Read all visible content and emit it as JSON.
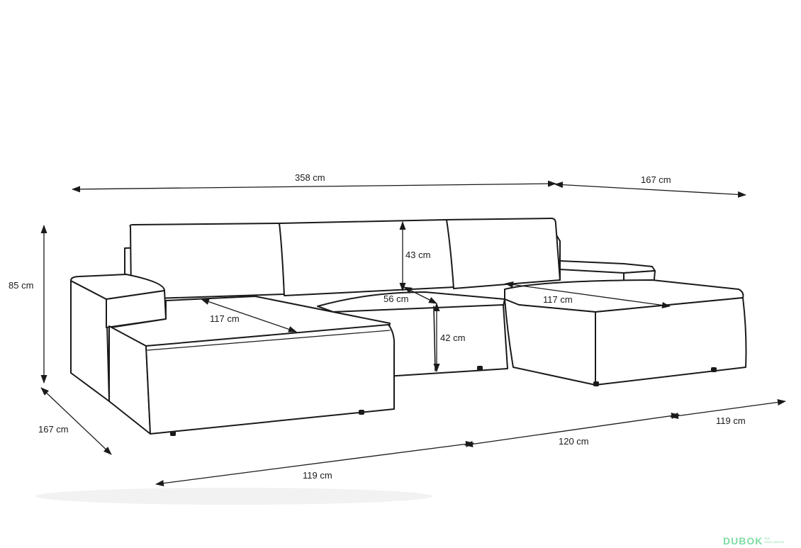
{
  "dimensions": {
    "total_width": "358 cm",
    "right_chaise_width": "167 cm",
    "total_height": "85 cm",
    "left_chaise_depth": "167 cm",
    "front_left_segment": "119 cm",
    "front_middle_segment": "120 cm",
    "front_right_segment": "119 cm",
    "backrest_height": "43 cm",
    "seat_depth": "56 cm",
    "seat_height": "42 cm",
    "left_chaise_length": "117 cm",
    "right_chaise_length": "117 cm"
  },
  "watermark": {
    "brand": "DUBOK",
    "tagline_line1": "FIND",
    "tagline_line2": "YOUR COMFORT",
    "color": "#7fdca4"
  },
  "colors": {
    "line": "#1a1a1a",
    "background": "#ffffff"
  }
}
